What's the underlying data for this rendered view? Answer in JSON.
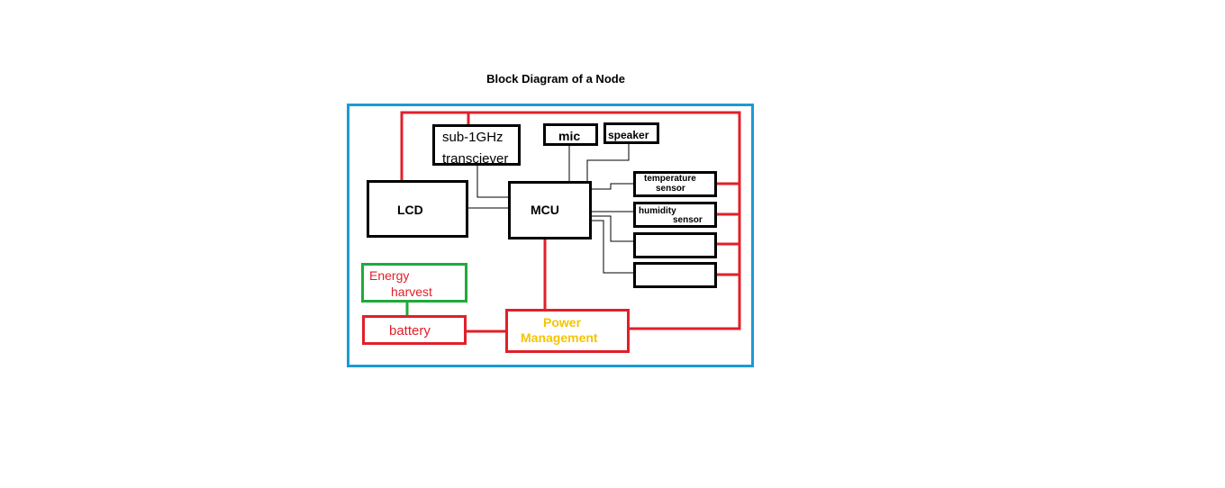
{
  "title": "Block Diagram of a Node",
  "blocks": {
    "transceiver": {
      "line1": "sub-1GHz",
      "line2": "transciever"
    },
    "mic": "mic",
    "speaker": "speaker",
    "lcd": "LCD",
    "mcu": "MCU",
    "temperature_sensor": {
      "line1": "temperature",
      "line2": "sensor"
    },
    "humidity_sensor": {
      "line1": "humidity",
      "line2": "sensor"
    },
    "energy_harvest": {
      "line1": "Energy",
      "line2": "harvest"
    },
    "battery": "battery",
    "power_management": {
      "line1": "Power",
      "line2": "Management"
    }
  },
  "colors": {
    "frame": "#1a9ad6",
    "power_lines": "#e0202a",
    "signal_lines": "#000000",
    "energy_harvest_border": "#1faa3a",
    "power_management_text": "#f5c400"
  }
}
